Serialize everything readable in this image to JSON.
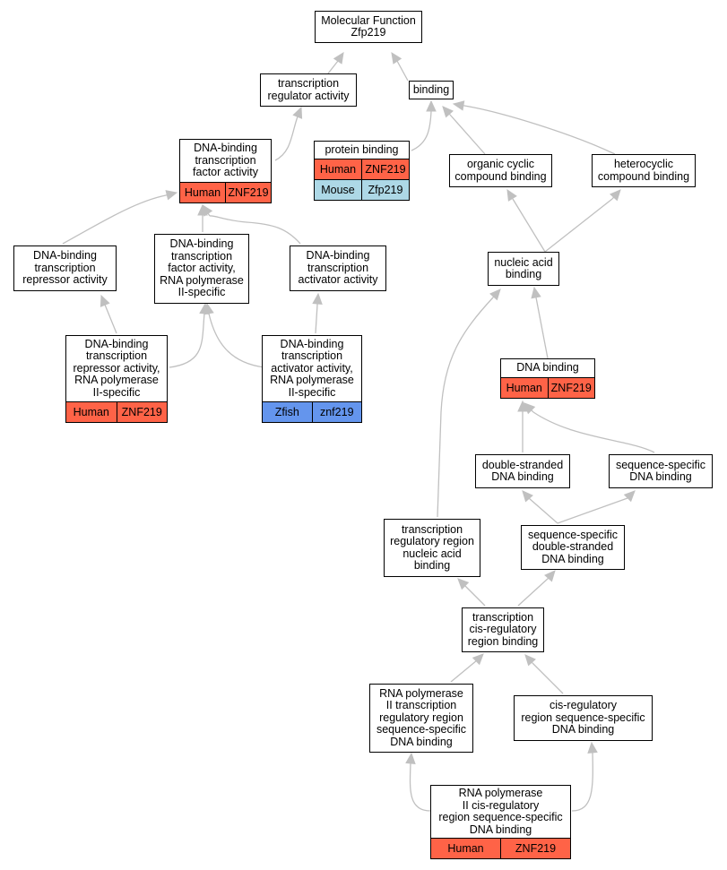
{
  "colors": {
    "human": "#ff6347",
    "mouse": "#add8e6",
    "zfish": "#6495ed",
    "edge": "#c0c0c0"
  },
  "nodes": {
    "mf": {
      "label": "Molecular Function\nZfp219",
      "annotations": []
    },
    "tra": {
      "label": "transcription\nregulator activity",
      "annotations": []
    },
    "binding": {
      "label": "binding",
      "annotations": []
    },
    "dbtfa": {
      "label": "DNA-binding\ntranscription\nfactor activity",
      "annotations": [
        {
          "species": "Human",
          "gene": "ZNF219",
          "color": "#ff6347"
        }
      ]
    },
    "protein": {
      "label": "protein binding",
      "annotations": [
        {
          "species": "Human",
          "gene": "ZNF219",
          "color": "#ff6347"
        },
        {
          "species": "Mouse",
          "gene": "Zfp219",
          "color": "#add8e6"
        }
      ]
    },
    "organic": {
      "label": "organic cyclic\ncompound binding",
      "annotations": []
    },
    "hetero": {
      "label": "heterocyclic\ncompound binding",
      "annotations": []
    },
    "repressor": {
      "label": "DNA-binding\ntranscription\nrepressor activity",
      "annotations": []
    },
    "rnapspec": {
      "label": "DNA-binding\ntranscription\nfactor activity,\nRNA polymerase\nII-specific",
      "annotations": []
    },
    "activator": {
      "label": "DNA-binding\ntranscription\nactivator activity",
      "annotations": []
    },
    "nucleic": {
      "label": "nucleic acid\nbinding",
      "annotations": []
    },
    "repressor2": {
      "label": "DNA-binding\ntranscription\nrepressor activity,\nRNA polymerase\nII-specific",
      "annotations": [
        {
          "species": "Human",
          "gene": "ZNF219",
          "color": "#ff6347"
        }
      ]
    },
    "activator2": {
      "label": "DNA-binding\ntranscription\nactivator activity,\nRNA polymerase\nII-specific",
      "annotations": [
        {
          "species": "Zfish",
          "gene": "znf219",
          "color": "#6495ed"
        }
      ]
    },
    "dna": {
      "label": "DNA binding",
      "annotations": [
        {
          "species": "Human",
          "gene": "ZNF219",
          "color": "#ff6347"
        }
      ]
    },
    "dsdna": {
      "label": "double-stranded\nDNA binding",
      "annotations": []
    },
    "ssdna": {
      "label": "sequence-specific\nDNA binding",
      "annotations": []
    },
    "trrna": {
      "label": "transcription\nregulatory region\nnucleic acid\nbinding",
      "annotations": []
    },
    "ssds": {
      "label": "sequence-specific\ndouble-stranded\nDNA binding",
      "annotations": []
    },
    "cisreg": {
      "label": "transcription\ncis-regulatory\nregion binding",
      "annotations": []
    },
    "rnap2trr": {
      "label": "RNA polymerase\nII transcription\nregulatory region\nsequence-specific\nDNA binding",
      "annotations": []
    },
    "cisregss": {
      "label": "cis-regulatory\nregion sequence-specific\nDNA binding",
      "annotations": []
    },
    "rnap2cis": {
      "label": "RNA polymerase\nII cis-regulatory\nregion sequence-specific\nDNA binding",
      "annotations": [
        {
          "species": "Human",
          "gene": "ZNF219",
          "color": "#ff6347"
        }
      ]
    }
  }
}
